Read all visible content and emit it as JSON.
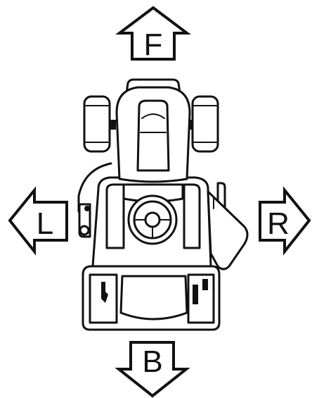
{
  "arrows": {
    "forward": {
      "label": "F"
    },
    "left": {
      "label": "L"
    },
    "right": {
      "label": "R"
    },
    "backward": {
      "label": "B"
    }
  },
  "colors": {
    "line": "#111111",
    "background": "#ffffff"
  }
}
